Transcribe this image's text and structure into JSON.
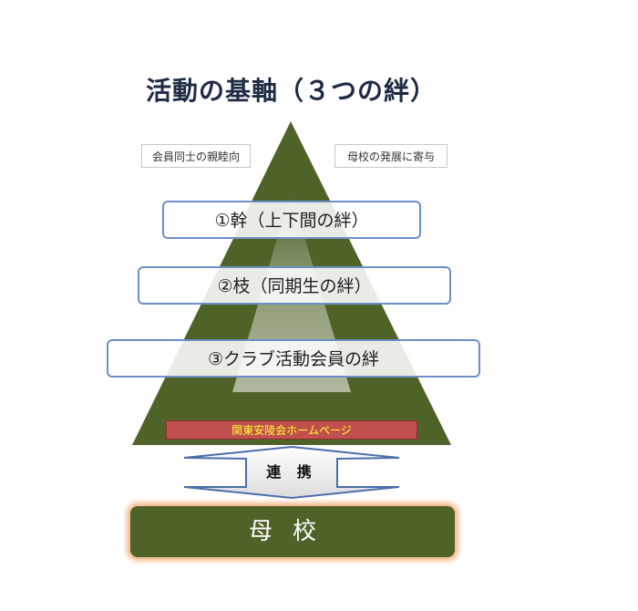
{
  "title": "活動の基軸（３つの絆）",
  "tags": {
    "left": "会員同士の親睦向",
    "right": "母校の発展に寄与"
  },
  "bonds": [
    {
      "label": "①幹（上下間の絆）"
    },
    {
      "label": "②枝（同期生の絆）"
    },
    {
      "label": "③クラブ活動会員の絆"
    }
  ],
  "homepage_label": "関東安陵会ホームページ",
  "link_label": "連 携",
  "school_label": "母校",
  "colors": {
    "pyramid": "#4f6228",
    "box_border": "#6d8fc7",
    "homepage_bg": "#c0504d",
    "homepage_text": "#ffff33",
    "glow": "#f4b88a"
  }
}
